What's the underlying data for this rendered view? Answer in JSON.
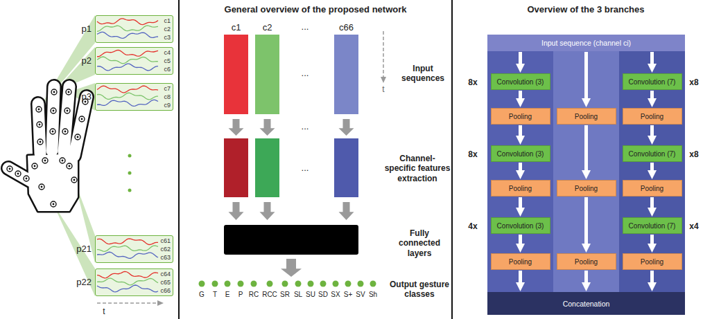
{
  "diagram": {
    "nodes": [
      {
        "text": [
          "p1",
          "c1",
          "c2",
          "c3"
        ]
      },
      {
        "text": [
          "p2",
          "c4",
          "c5",
          "c6"
        ]
      },
      {
        "text": [
          "p3",
          "c7",
          "c8",
          "c9"
        ]
      },
      {
        "text": [
          "p21",
          "c61",
          "c62",
          "c63"
        ]
      },
      {
        "text": [
          "p22",
          "c64",
          "c65",
          "c66"
        ]
      },
      {
        "text": [
          "c1"
        ]
      },
      {
        "text": [
          "c2"
        ]
      },
      {
        "text": [
          "c66"
        ]
      },
      {
        "text": [
          "Input sequence (channel ci)"
        ]
      },
      {
        "text": [
          "Convolution (3)"
        ]
      },
      {
        "text": [
          "Convolution (7)"
        ]
      },
      {
        "text": [
          "Pooling"
        ]
      },
      {
        "text": [
          "Pooling"
        ]
      },
      {
        "text": [
          "Pooling"
        ]
      },
      {
        "text": [
          "Convolution (3)"
        ]
      },
      {
        "text": [
          "Convolution (7)"
        ]
      },
      {
        "text": [
          "Pooling"
        ]
      },
      {
        "text": [
          "Pooling"
        ]
      },
      {
        "text": [
          "Pooling"
        ]
      },
      {
        "text": [
          "Convolution (3)"
        ]
      },
      {
        "text": [
          "Convolution (7)"
        ]
      },
      {
        "text": [
          "Pooling"
        ]
      },
      {
        "text": [
          "Pooling"
        ]
      },
      {
        "text": [
          "Pooling"
        ]
      },
      {
        "text": [
          "Concatenation"
        ]
      }
    ],
    "edges": [
      {
        "from": 8,
        "to": 9,
        "arrow": "to"
      },
      {
        "from": 8,
        "to": 10,
        "arrow": "to"
      },
      {
        "from": 8,
        "to": 12,
        "arrow": "to"
      },
      {
        "from": 9,
        "to": 11,
        "arrow": "to"
      },
      {
        "from": 10,
        "to": 13,
        "arrow": "to"
      },
      {
        "from": 11,
        "to": 14,
        "arrow": "to"
      },
      {
        "from": 13,
        "to": 15,
        "arrow": "to"
      },
      {
        "from": 12,
        "to": 17,
        "arrow": "to"
      },
      {
        "from": 14,
        "to": 16,
        "arrow": "to"
      },
      {
        "from": 15,
        "to": 18,
        "arrow": "to"
      },
      {
        "from": 16,
        "to": 19,
        "arrow": "to"
      },
      {
        "from": 18,
        "to": 20,
        "arrow": "to"
      },
      {
        "from": 17,
        "to": 22,
        "arrow": "to"
      },
      {
        "from": 19,
        "to": 21,
        "arrow": "to"
      },
      {
        "from": 20,
        "to": 23,
        "arrow": "to"
      },
      {
        "from": 21,
        "to": 24,
        "arrow": "to"
      },
      {
        "from": 22,
        "to": 24,
        "arrow": "to"
      },
      {
        "from": 23,
        "to": 24,
        "arrow": "to"
      }
    ],
    "labels": [
      "General overview of the proposed network",
      "Overview of the 3 branches",
      "t",
      "...",
      "...",
      "...",
      "...",
      "t",
      "Input sequences",
      "Channel-specific features extraction",
      "Fully connected layers",
      "Output gesture classes",
      "G",
      "T",
      "E",
      "P",
      "RC",
      "RCC",
      "SR",
      "SL",
      "SU",
      "SD",
      "SX",
      "S+",
      "SV",
      "Sh",
      "8x",
      "8x",
      "4x",
      "x8",
      "x8",
      "x4"
    ]
  }
}
